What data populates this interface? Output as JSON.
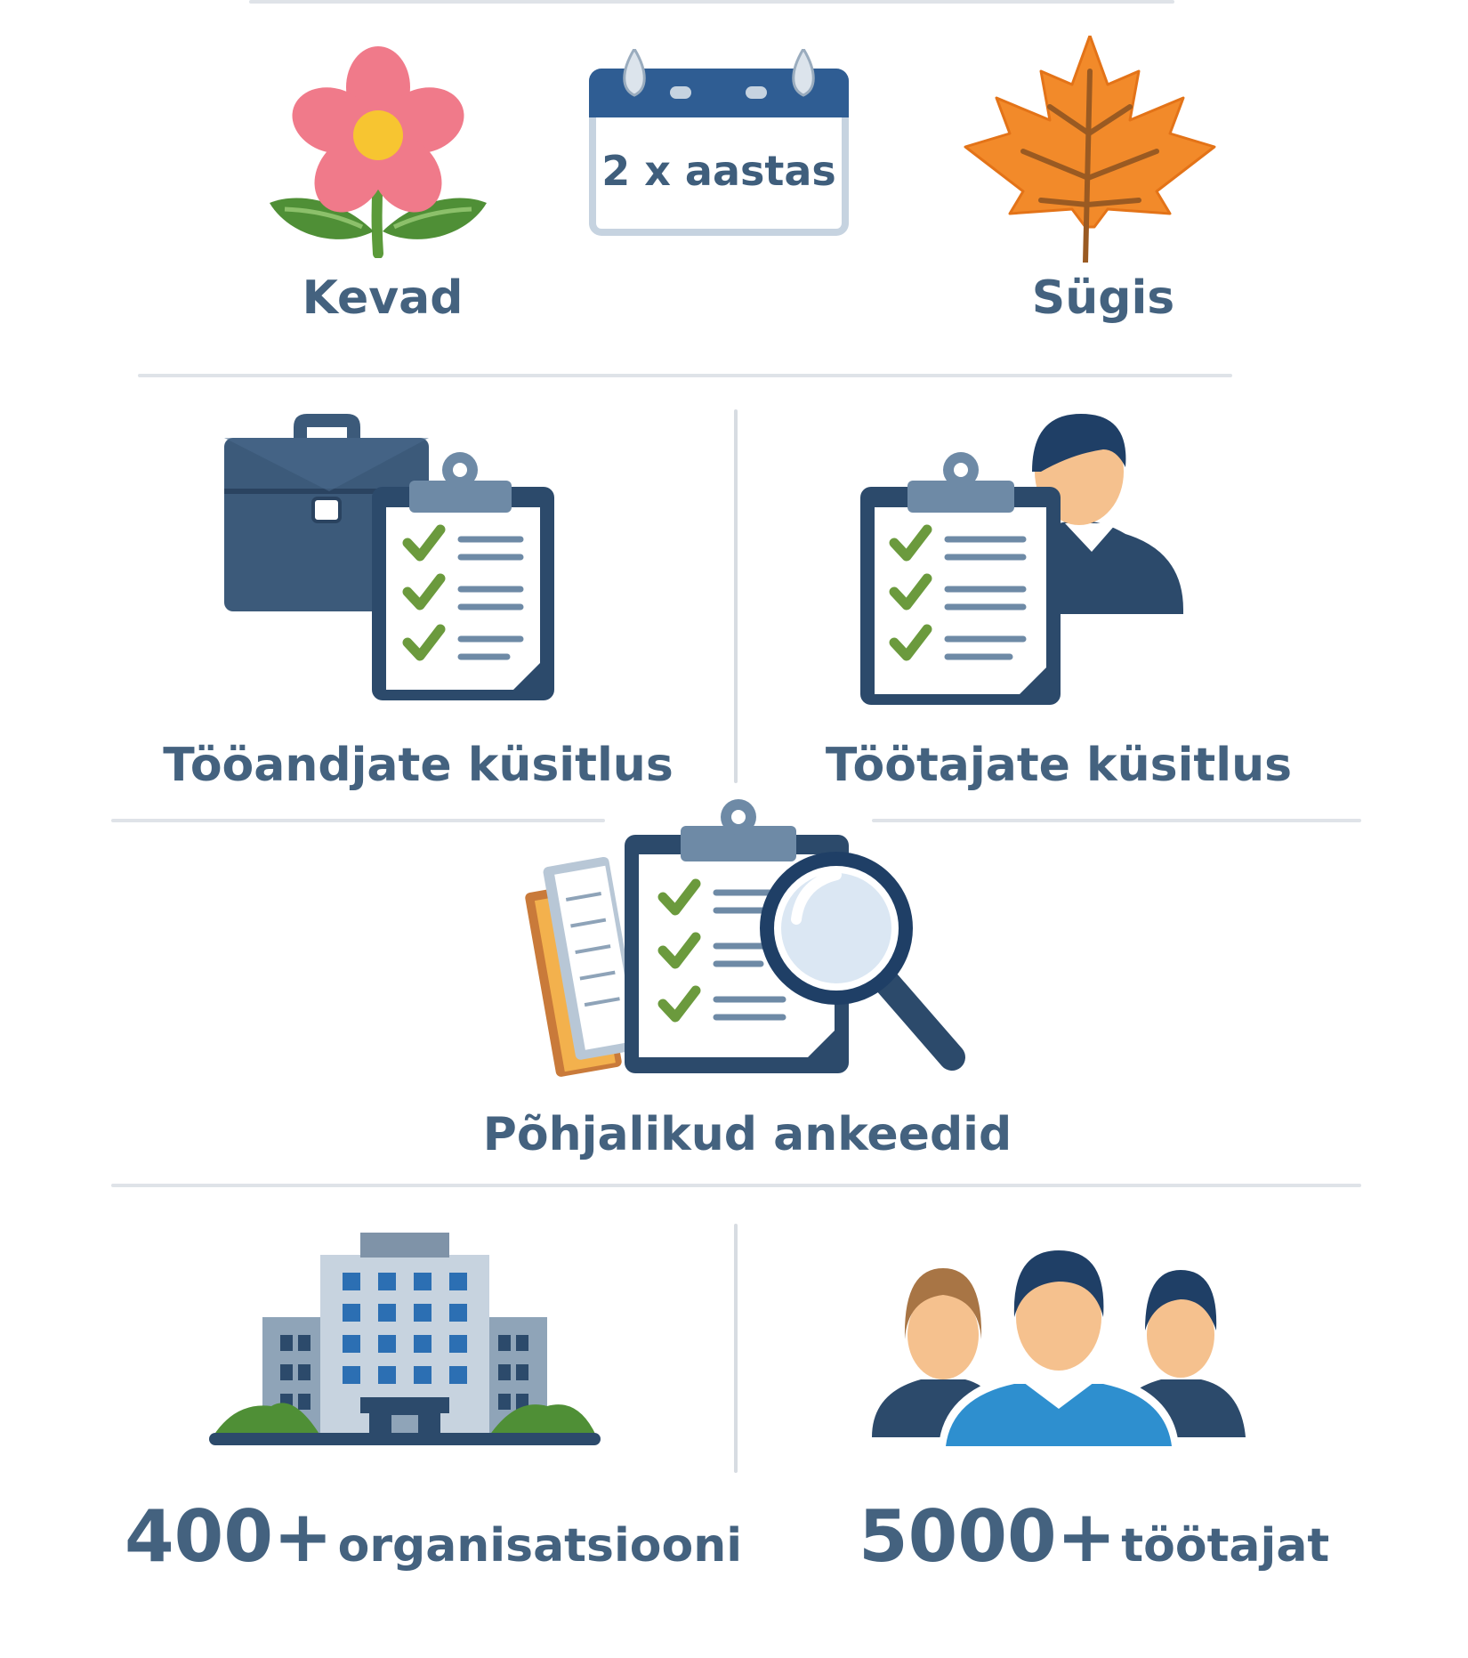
{
  "seasons": {
    "spring_label": "Kevad",
    "autumn_label": "Sügis",
    "frequency_label": "2 x aastas"
  },
  "surveys": {
    "employer_label": "Tööandjate küsitlus",
    "employee_label": "Töötajate küsitlus",
    "detailed_label": "Põhjalikud ankeedid"
  },
  "stats": {
    "organizations_number": "400+",
    "organizations_label": "organisatsiooni",
    "employees_number": "5000+",
    "employees_label": "töötajat"
  },
  "icons": {
    "flower": "flower-icon",
    "calendar": "calendar-icon",
    "leaf": "maple-leaf-icon",
    "briefcase_clipboard": "briefcase-clipboard-icon",
    "person_clipboard": "person-clipboard-icon",
    "clipboard_magnifier": "clipboard-magnifier-icon",
    "building": "building-icon",
    "people": "people-group-icon"
  },
  "colors": {
    "text": "#44627f",
    "navy": "#2c4a6b",
    "check": "#6b9a3d",
    "leaf": "#f28a2a",
    "flower": "#f07a8a",
    "divider": "#dfe3e8"
  }
}
